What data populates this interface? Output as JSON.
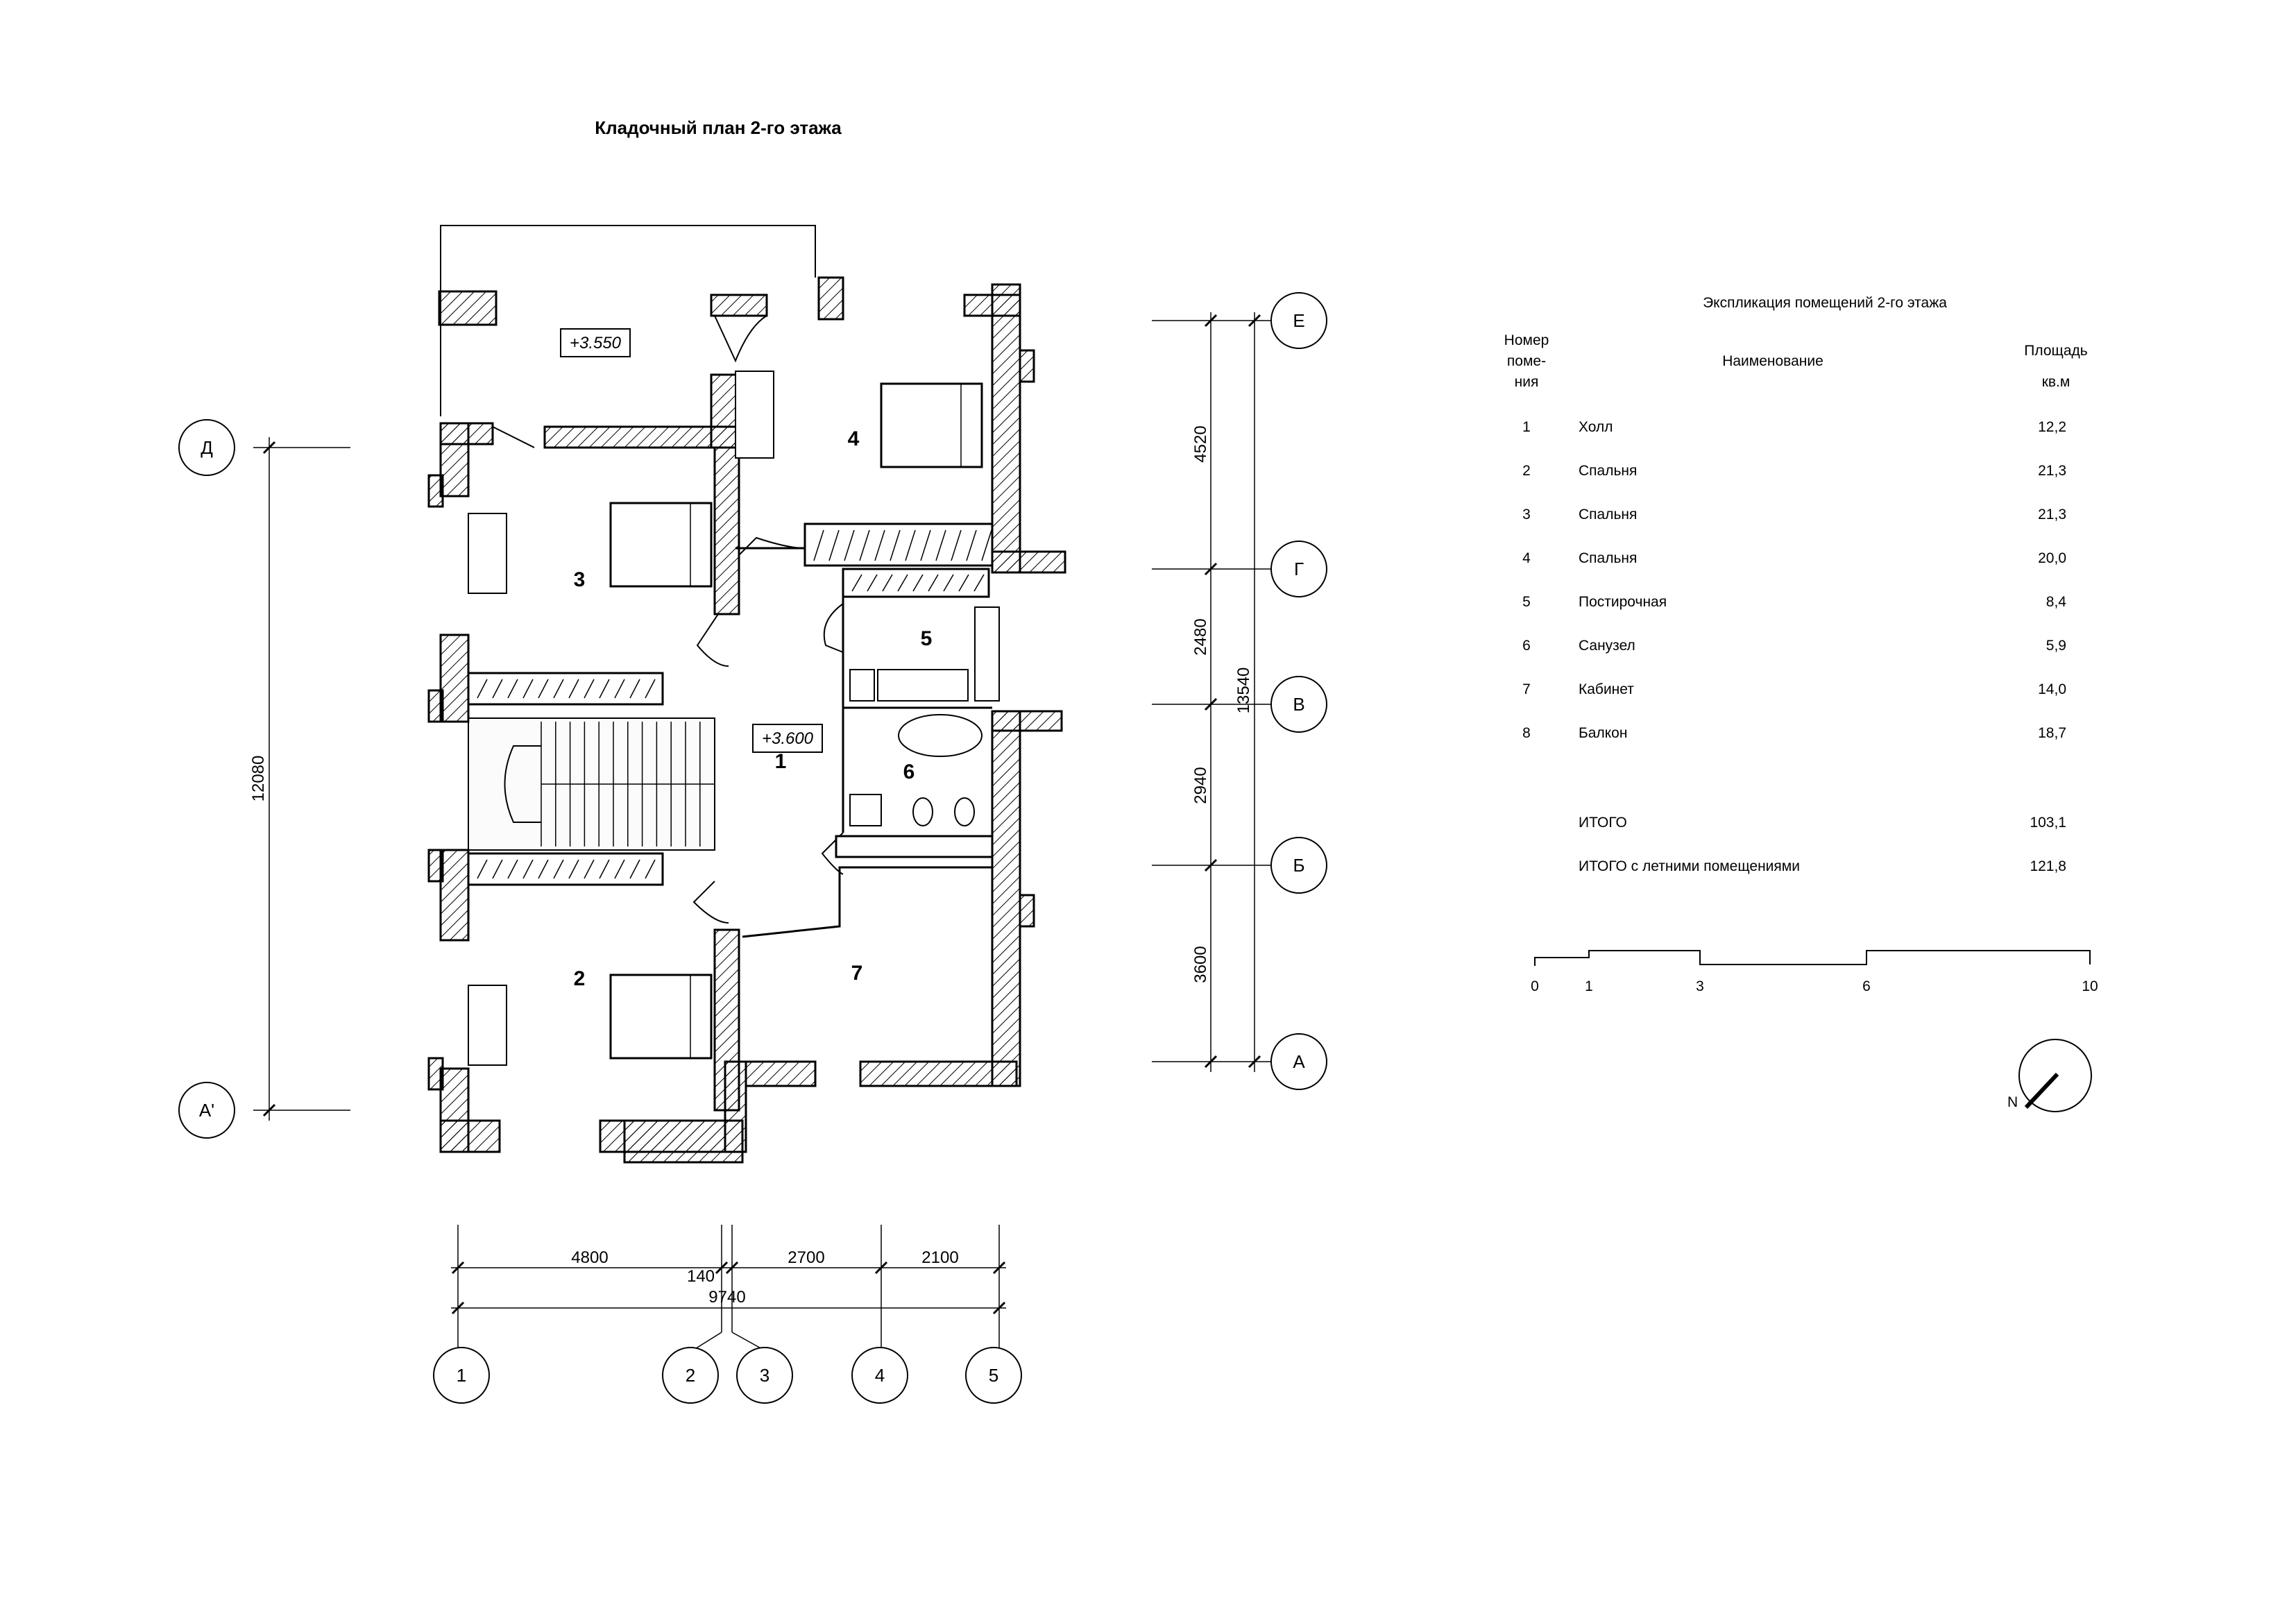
{
  "plan_title": "Кладочный план 2-го этажа",
  "levels": {
    "balcony": "+3.550",
    "hall": "+3.600"
  },
  "room_numbers": [
    "1",
    "2",
    "3",
    "4",
    "5",
    "6",
    "7"
  ],
  "axes_rows": [
    "Е",
    "Г",
    "В",
    "Б",
    "А",
    "Д",
    "А'"
  ],
  "axes_cols": [
    "1",
    "2",
    "3",
    "4",
    "5"
  ],
  "dims_right": [
    "4520",
    "2480",
    "2940",
    "3600",
    "13540"
  ],
  "dims_left": [
    "12080"
  ],
  "dims_bottom": [
    "4800",
    "140",
    "2700",
    "2100",
    "9740"
  ],
  "explication": {
    "title": "Экспликация помещений 2-го этажа",
    "headers": {
      "num": [
        "Номер",
        "поме-",
        "ния"
      ],
      "name": "Наименование",
      "area": [
        "Площадь",
        "кв.м"
      ]
    },
    "rows": [
      {
        "num": "1",
        "name": "Холл",
        "area": "12,2"
      },
      {
        "num": "2",
        "name": "Спальня",
        "area": "21,3"
      },
      {
        "num": "3",
        "name": "Спальня",
        "area": "21,3"
      },
      {
        "num": "4",
        "name": "Спальня",
        "area": "20,0"
      },
      {
        "num": "5",
        "name": "Постирочная",
        "area": "8,4"
      },
      {
        "num": "6",
        "name": "Санузел",
        "area": "5,9"
      },
      {
        "num": "7",
        "name": "Кабинет",
        "area": "14,0"
      },
      {
        "num": "8",
        "name": "Балкон",
        "area": "18,7"
      }
    ],
    "total": {
      "label": "ИТОГО",
      "value": "103,1"
    },
    "total_summer": {
      "label": "ИТОГО с летними помещениями",
      "value": "121,8"
    }
  },
  "scale_bar": {
    "labels": [
      "0",
      "1",
      "3",
      "6",
      "10"
    ]
  },
  "north_label": "N"
}
